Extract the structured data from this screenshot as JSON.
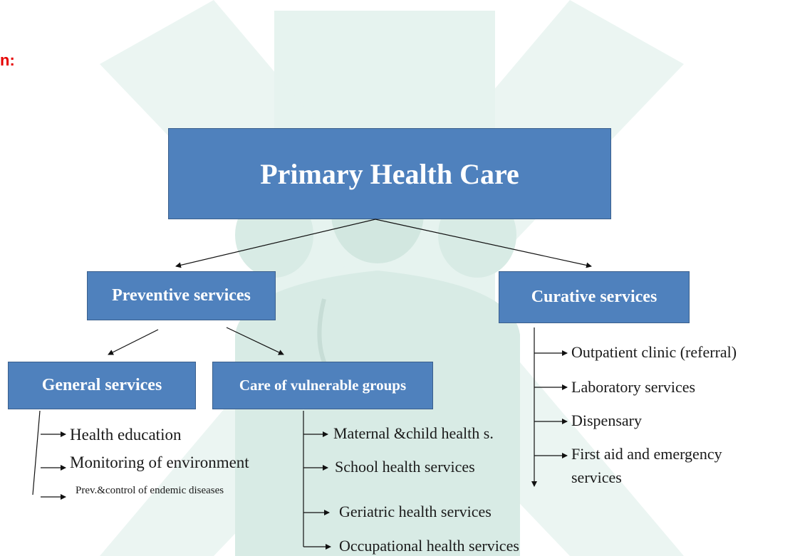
{
  "heading_fragment": "n:",
  "colors": {
    "box_fill": "#4f81bd",
    "box_text": "#ffffff",
    "watermark": "#e6f3ef",
    "heading_fragment": "#e60000"
  },
  "nodes": {
    "root": "Primary Health Care",
    "preventive": "Preventive services",
    "curative": "Curative services",
    "general": "General services",
    "vulnerable": "Care of vulnerable groups"
  },
  "general_items": [
    "Health education",
    "Monitoring of environment",
    "Prev.&control of endemic diseases"
  ],
  "vulnerable_items": [
    "Maternal &child health s.",
    "School health services",
    "Geriatric health services",
    "Occupational health services"
  ],
  "curative_items": [
    "Outpatient clinic (referral)",
    "Laboratory services",
    "Dispensary",
    "First aid and emergency",
    "services"
  ]
}
